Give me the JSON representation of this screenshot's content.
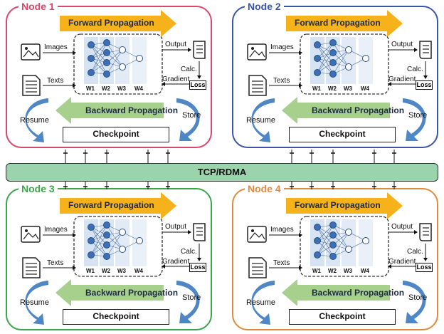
{
  "bus": {
    "label": "TCP/RDMA"
  },
  "nodes": [
    {
      "title": "Node 1",
      "color": "#d9486b"
    },
    {
      "title": "Node 2",
      "color": "#3b55a8"
    },
    {
      "title": "Node 3",
      "color": "#3aa64a"
    },
    {
      "title": "Node 4",
      "color": "#e08a3c"
    }
  ],
  "labels": {
    "forward": "Forward Propagation",
    "backward": "Backward Propagation",
    "images": "Images",
    "texts": "Texts",
    "output": "Output",
    "calc": "Calc.",
    "gradient": "Gradient",
    "loss": "Loss",
    "resume": "Resume",
    "store": "Store",
    "checkpoint": "Checkpoint",
    "w1": "W1",
    "w2": "W2",
    "w3": "W3",
    "w4": "W4"
  },
  "colors": {
    "forward_arrow": "#f6b21b",
    "backward_arrow": "#a8d08d",
    "neuron": "#3b6fb6",
    "loop_arrow": "#4f86c6"
  }
}
